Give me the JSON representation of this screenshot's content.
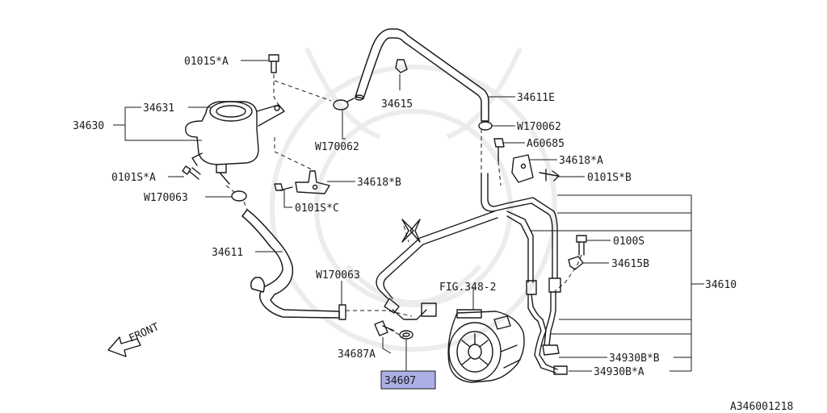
{
  "diagram": {
    "ref_code": "A346001218",
    "highlighted_part": "34607",
    "highlight_color": "#aab0e6",
    "front_label": "FRONT",
    "labels": {
      "bolt_0101s_a_top": "0101S*A",
      "bolt_0101s_a_left": "0101S*A",
      "bolt_0101s_b": "0101S*B",
      "bolt_0101s_c": "0101S*C",
      "bolt_0100s": "0100S",
      "tank_assy": "34630",
      "tank": "34631",
      "hose_34611": "34611",
      "hose_34611e": "34611E",
      "clip_34615": "34615",
      "clip_34615b": "34615B",
      "bracket_34618a": "34618*A",
      "bracket_34618b": "34618*B",
      "clamp_w170062_left": "W170062",
      "clamp_w170062_right": "W170062",
      "clamp_w170063_left": "W170063",
      "clamp_w170063_mid": "W170063",
      "bolt_a60685": "A60685",
      "pipe_assy": "34610",
      "fig_ref": "FIG.348-2",
      "valve_34687a": "34687A",
      "part_34607": "34607",
      "oring_b_b": "34930B*B",
      "oring_b_a": "34930B*A"
    }
  }
}
